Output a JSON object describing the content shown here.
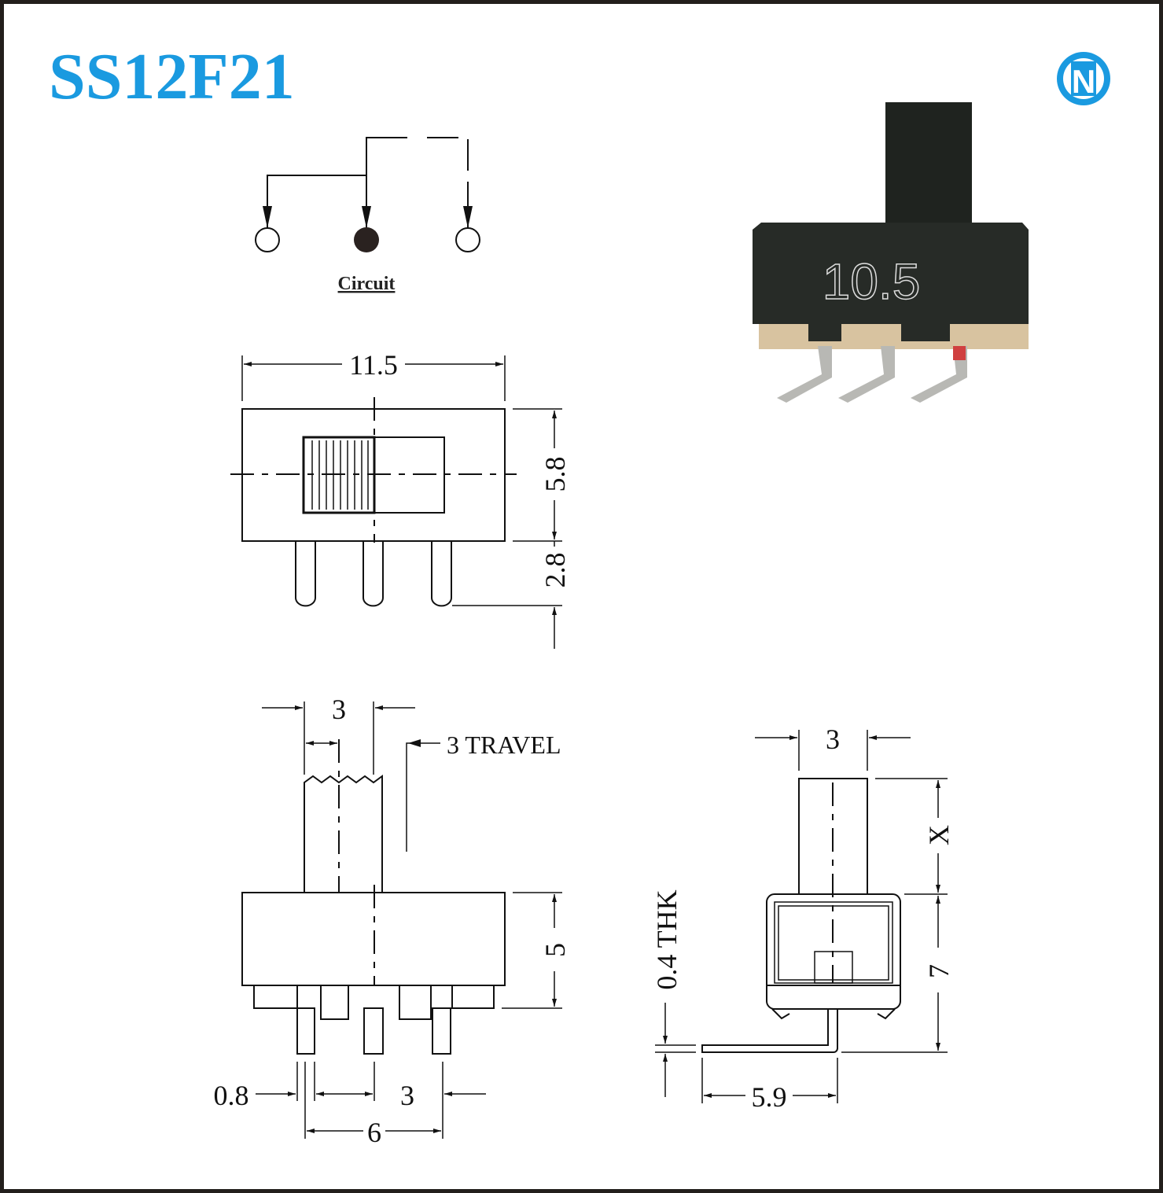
{
  "header": {
    "title": "SS12F21",
    "logo_letter": "N"
  },
  "colors": {
    "brand": "#1a9ae0",
    "ink": "#111111",
    "switch_body": "#262a26",
    "base": "#d8c3a0"
  },
  "circuit": {
    "label": "Circuit"
  },
  "photo": {
    "marking": "10.5"
  },
  "top_view": {
    "width": "11.5",
    "height": "5.8",
    "pin_length": "2.8"
  },
  "front_view": {
    "actuator_width": "3",
    "travel": "3 TRAVEL",
    "body_height": "5",
    "pin_width": "0.8",
    "pin_pitch": "3",
    "pin_span": "6"
  },
  "side_view": {
    "actuator_width": "3",
    "actuator_height": "X",
    "body_height": "7",
    "thickness": "0.4 THK",
    "lead_length": "5.9"
  }
}
